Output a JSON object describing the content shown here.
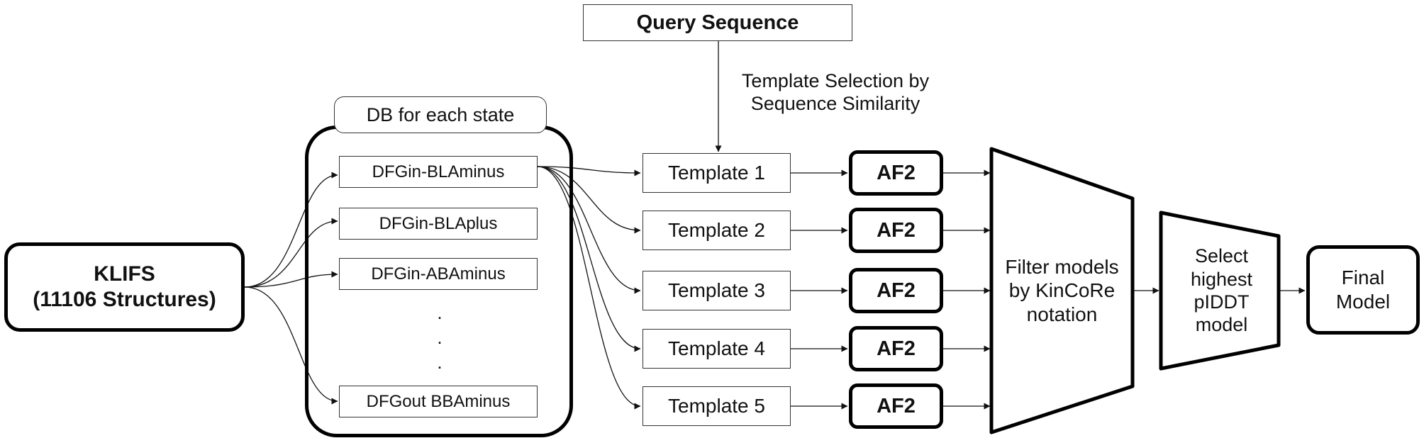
{
  "query": {
    "label": "Query Sequence"
  },
  "template_selection": {
    "label": "Template Selection by\nSequence Similarity"
  },
  "klifs": {
    "title": "KLIFS",
    "subtitle": "(11106 Structures)"
  },
  "db": {
    "header": "DB for each state",
    "states": [
      "DFGin-BLAminus",
      "DFGin-BLAplus",
      "DFGin-ABAminus",
      "DFGout BBAminus"
    ],
    "ellipsis": [
      ".",
      ".",
      "."
    ]
  },
  "templates": [
    "Template 1",
    "Template 2",
    "Template 3",
    "Template 4",
    "Template 5"
  ],
  "af2": [
    "AF2",
    "AF2",
    "AF2",
    "AF2",
    "AF2"
  ],
  "filter": {
    "label": "Filter models\nby KinCoRe\nnotation"
  },
  "select": {
    "label": "Select\nhighest\npIDDT\nmodel"
  },
  "final": {
    "label": "Final\nModel"
  }
}
